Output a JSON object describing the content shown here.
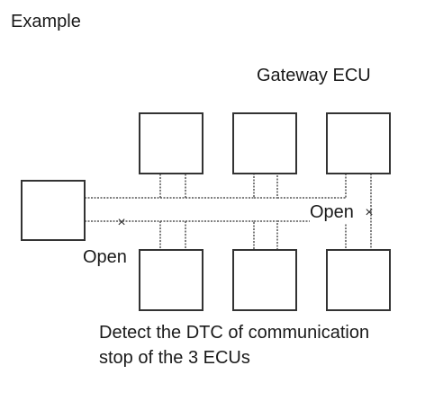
{
  "heading": "Example",
  "gateway_label": "Gateway ECU",
  "open_labels": [
    "Open",
    "Open"
  ],
  "caption_lines": [
    "Detect the DTC of communication",
    "stop of the 3 ECUs"
  ],
  "open_mark": "×",
  "colors": {
    "line": "#555555",
    "box": "#333333",
    "background": "#ffffff"
  }
}
